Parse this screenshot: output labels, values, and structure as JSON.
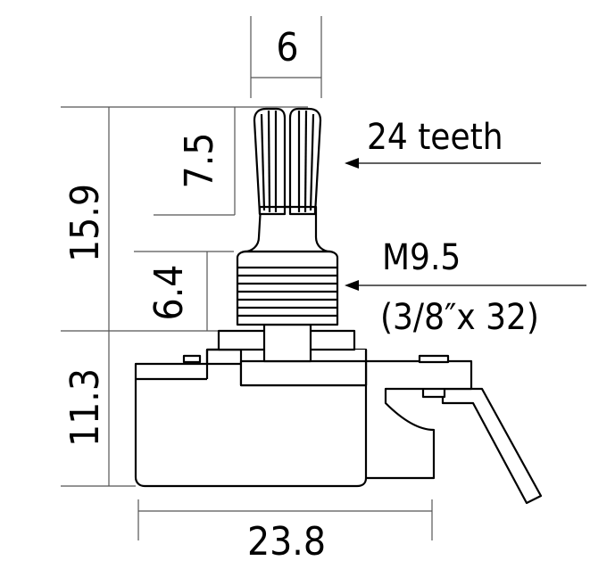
{
  "diagram": {
    "dimensions": {
      "shaft_width": "6",
      "knurl_length": "7.5",
      "total_shaft_height": "15.9",
      "bushing_height": "6.4",
      "body_height": "11.3",
      "body_width": "23.8"
    },
    "callouts": {
      "teeth": "24 teeth",
      "thread": "M9.5",
      "thread_imperial": "(3/8″x 32)"
    },
    "colors": {
      "line": "#000000",
      "dimension_line": "#555555",
      "background": "#ffffff"
    }
  }
}
